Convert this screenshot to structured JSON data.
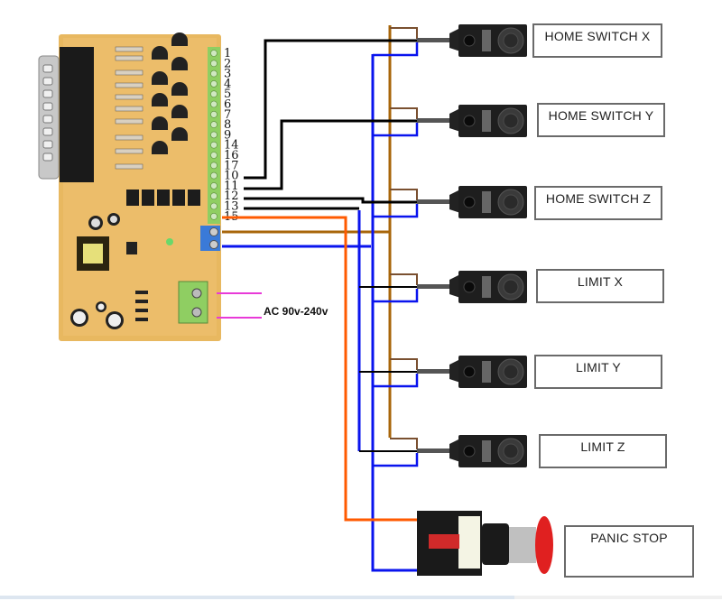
{
  "board": {
    "name": "parallel-port breakout board",
    "pin_labels": [
      "1",
      "2",
      "3",
      "4",
      "5",
      "6",
      "7",
      "8",
      "9",
      "14",
      "16",
      "17",
      "10",
      "11",
      "12",
      "13",
      "15"
    ],
    "power_label": "AC 90v-240v"
  },
  "devices": [
    {
      "id": "home-x",
      "label": "HOME SWITCH X",
      "type": "proximity-sensor",
      "signal_pin": "10"
    },
    {
      "id": "home-y",
      "label": "HOME SWITCH Y",
      "type": "proximity-sensor",
      "signal_pin": "11"
    },
    {
      "id": "home-z",
      "label": "HOME SWITCH Z",
      "type": "proximity-sensor",
      "signal_pin": "12"
    },
    {
      "id": "limit-x",
      "label": "LIMIT X",
      "type": "proximity-sensor",
      "signal_pin": "13"
    },
    {
      "id": "limit-y",
      "label": "LIMIT Y",
      "type": "proximity-sensor",
      "signal_pin": "13"
    },
    {
      "id": "limit-z",
      "label": "LIMIT Z",
      "type": "proximity-sensor",
      "signal_pin": "13"
    },
    {
      "id": "panic",
      "label": "PANIC STOP",
      "type": "emergency-stop-button",
      "signal_pin": "15"
    }
  ],
  "wire_colors": {
    "signal": "#000000",
    "supply_positive": "#a8660a",
    "ground": "#0a14ee",
    "estop": "#ff5a00",
    "ac": "#e83ad8"
  }
}
